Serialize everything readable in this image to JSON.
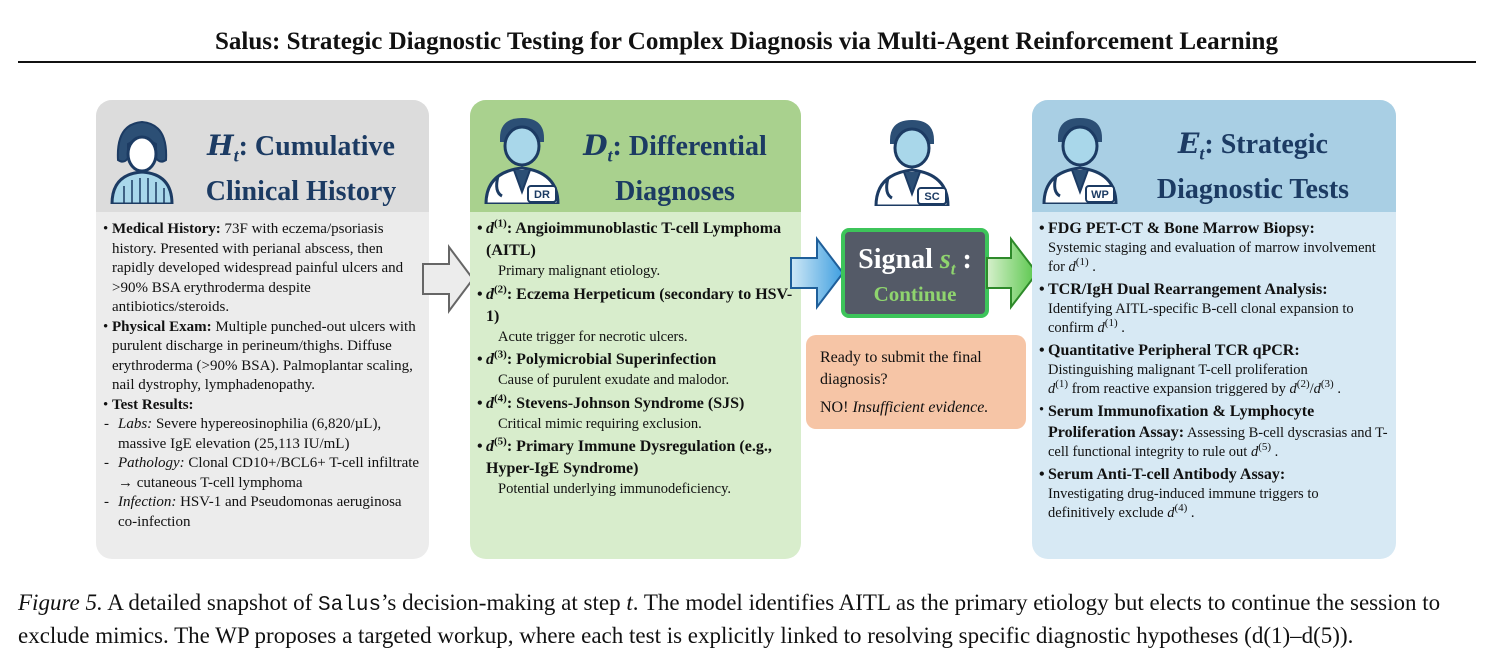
{
  "title": "Salus: Strategic Diagnostic Testing for Complex Diagnosis via Multi-Agent Reinforcement Learning",
  "history": {
    "symbol": "H",
    "subscript": "t",
    "title_line1": ": Cumulative",
    "title_line2": "Clinical History",
    "medical_label": "Medical History:",
    "medical_text": " 73F with eczema/psoriasis history. Presented with perianal abscess, then rapidly developed widespread painful ulcers and >90% BSA erythroderma despite antibiotics/steroids.",
    "exam_label": "Physical Exam:",
    "exam_text": " Multiple punched-out ulcers with purulent discharge in perineum/thighs. Diffuse erythroderma (>90% BSA). Palmoplantar scaling, nail dystrophy, lymphadenopathy.",
    "test_label": "Test Results:",
    "labs_label": "Labs:",
    "labs_text": " Severe hypereosinophilia (6,820/µL), massive IgE elevation (25,113 IU/mL)",
    "path_label": "Pathology:",
    "path_text": " Clonal CD10+/BCL6+ T-cell infiltrate → cutaneous T-cell lymphoma",
    "inf_label": "Infection:",
    "inf_text": " HSV-1 and Pseudomonas aeruginosa co-infection"
  },
  "differential": {
    "symbol": "D",
    "subscript": "t",
    "title_line1": ": Differential",
    "title_line2": "Diagnoses",
    "badge": "DR",
    "items": [
      {
        "sym": "d",
        "sup": "(1)",
        "name": ":  Angioimmunoblastic T-cell Lymphoma (AITL)",
        "detail": "Primary malignant etiology."
      },
      {
        "sym": "d",
        "sup": "(2)",
        "name": ":  Eczema Herpeticum (secondary to HSV-1)",
        "detail": "Acute trigger for necrotic ulcers."
      },
      {
        "sym": "d",
        "sup": "(3)",
        "name": ":  Polymicrobial Superinfection",
        "detail": "Cause of purulent exudate and malodor."
      },
      {
        "sym": "d",
        "sup": "(4)",
        "name": ":  Stevens-Johnson Syndrome (SJS)",
        "detail": "Critical mimic requiring exclusion."
      },
      {
        "sym": "d",
        "sup": "(5)",
        "name": ":  Primary Immune Dysregulation (e.g., Hyper-IgE Syndrome)",
        "detail": "Potential underlying immunodeficiency."
      }
    ]
  },
  "signal": {
    "badge": "SC",
    "word": "Signal ",
    "sym": "s",
    "sub": "t",
    "colon": " :",
    "value": "Continue"
  },
  "question": {
    "line": "Ready to submit the final diagnosis?",
    "answer_no": "NO! ",
    "answer_reason": "Insufficient evidence."
  },
  "tests": {
    "symbol": "E",
    "subscript": "t",
    "title_line1": ": Strategic",
    "title_line2": "Diagnostic Tests",
    "badge": "WP",
    "t1_head": "FDG PET-CT & Bone Marrow Biopsy:",
    "t1_text": "Systemic staging and evaluation of marrow involvement for ",
    "t2_head": "TCR/IgH Dual Rearrangement Analysis:",
    "t2_text": "Identifying AITL-specific B-cell clonal expansion to confirm ",
    "t3_head": "Quantitative Peripheral TCR qPCR:",
    "t3_text_a": "Distinguishing malignant T-cell proliferation",
    "t3_text_b": " from reactive expansion triggered by ",
    "t4_head": "Serum Immunofixation & Lymphocyte Proliferation Assay:",
    "t4_text": " Assessing B-cell dyscrasias and T-cell functional integrity to rule out ",
    "t5_head": "Serum Anti-T-cell Antibody Assay:",
    "t5_text": "Investigating drug-induced immune triggers to definitively exclude ",
    "d": "d",
    "s1": "(1)",
    "s2": "(2)",
    "s3": "(3)",
    "s4": "(4)",
    "s5": "(5)",
    "slash": "/",
    "dot": " ."
  },
  "caption": {
    "fig": "Figure 5.",
    "text_a": " A detailed snapshot of ",
    "name": "Salus",
    "text_b": "’s decision-making at step ",
    "step": "t",
    "text_c": ". The model identifies AITL as the primary etiology but elects to continue the session to exclude mimics. The WP proposes a targeted workup, where each test is explicitly linked to resolving specific diagnostic hypotheses (d(1)–d(5))."
  },
  "colors": {
    "history_head": "#dcdcdc",
    "diff_head": "#a9d18e",
    "tests_head": "#a9cfe4",
    "signal_border": "#3dc45a",
    "question_bg": "#f6c5a6",
    "title_text": "#1c3b63"
  }
}
